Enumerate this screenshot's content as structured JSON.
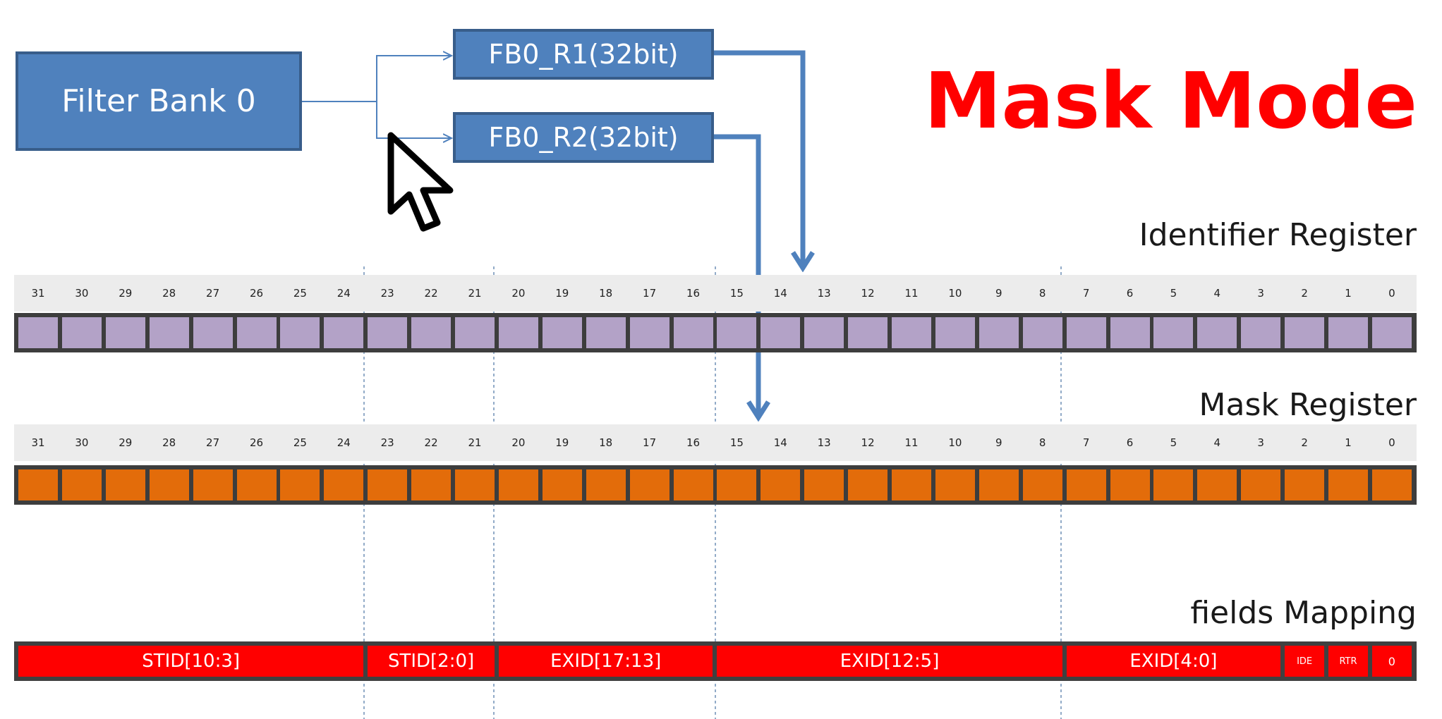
{
  "title": "Mask Mode",
  "diagram": {
    "filter_bank": "Filter Bank 0",
    "registers": [
      "FB0_R1(32bit)",
      "FB0_R2(32bit)"
    ],
    "identifier_label": "Identifier Register",
    "mask_label": "Mask Register",
    "fields_label": "fields Mapping",
    "bit_numbers": [
      "31",
      "30",
      "29",
      "28",
      "27",
      "26",
      "25",
      "24",
      "23",
      "22",
      "21",
      "20",
      "19",
      "18",
      "17",
      "16",
      "15",
      "14",
      "13",
      "12",
      "11",
      "10",
      "9",
      "8",
      "7",
      "6",
      "5",
      "4",
      "3",
      "2",
      "1",
      "0"
    ],
    "fields": [
      {
        "label": "STID[10:3]",
        "msb": 31,
        "lsb": 24
      },
      {
        "label": "STID[2:0]",
        "msb": 23,
        "lsb": 21
      },
      {
        "label": "EXID[17:13]",
        "msb": 20,
        "lsb": 16
      },
      {
        "label": "EXID[12:5]",
        "msb": 15,
        "lsb": 8
      },
      {
        "label": "EXID[4:0]",
        "msb": 7,
        "lsb": 3
      },
      {
        "label": "IDE",
        "msb": 2,
        "lsb": 2
      },
      {
        "label": "RTR",
        "msb": 1,
        "lsb": 1
      },
      {
        "label": "0",
        "msb": 0,
        "lsb": 0
      }
    ]
  },
  "colors": {
    "box_fill": "#4f81bd",
    "box_border": "#385d8a",
    "identifier_cell": "#b3a2c7",
    "mask_cell": "#e36c0a",
    "field_fill": "#ff0000",
    "title": "#ff0000"
  },
  "icons": [
    "mouse-pointer-icon",
    "arrow-icon"
  ]
}
